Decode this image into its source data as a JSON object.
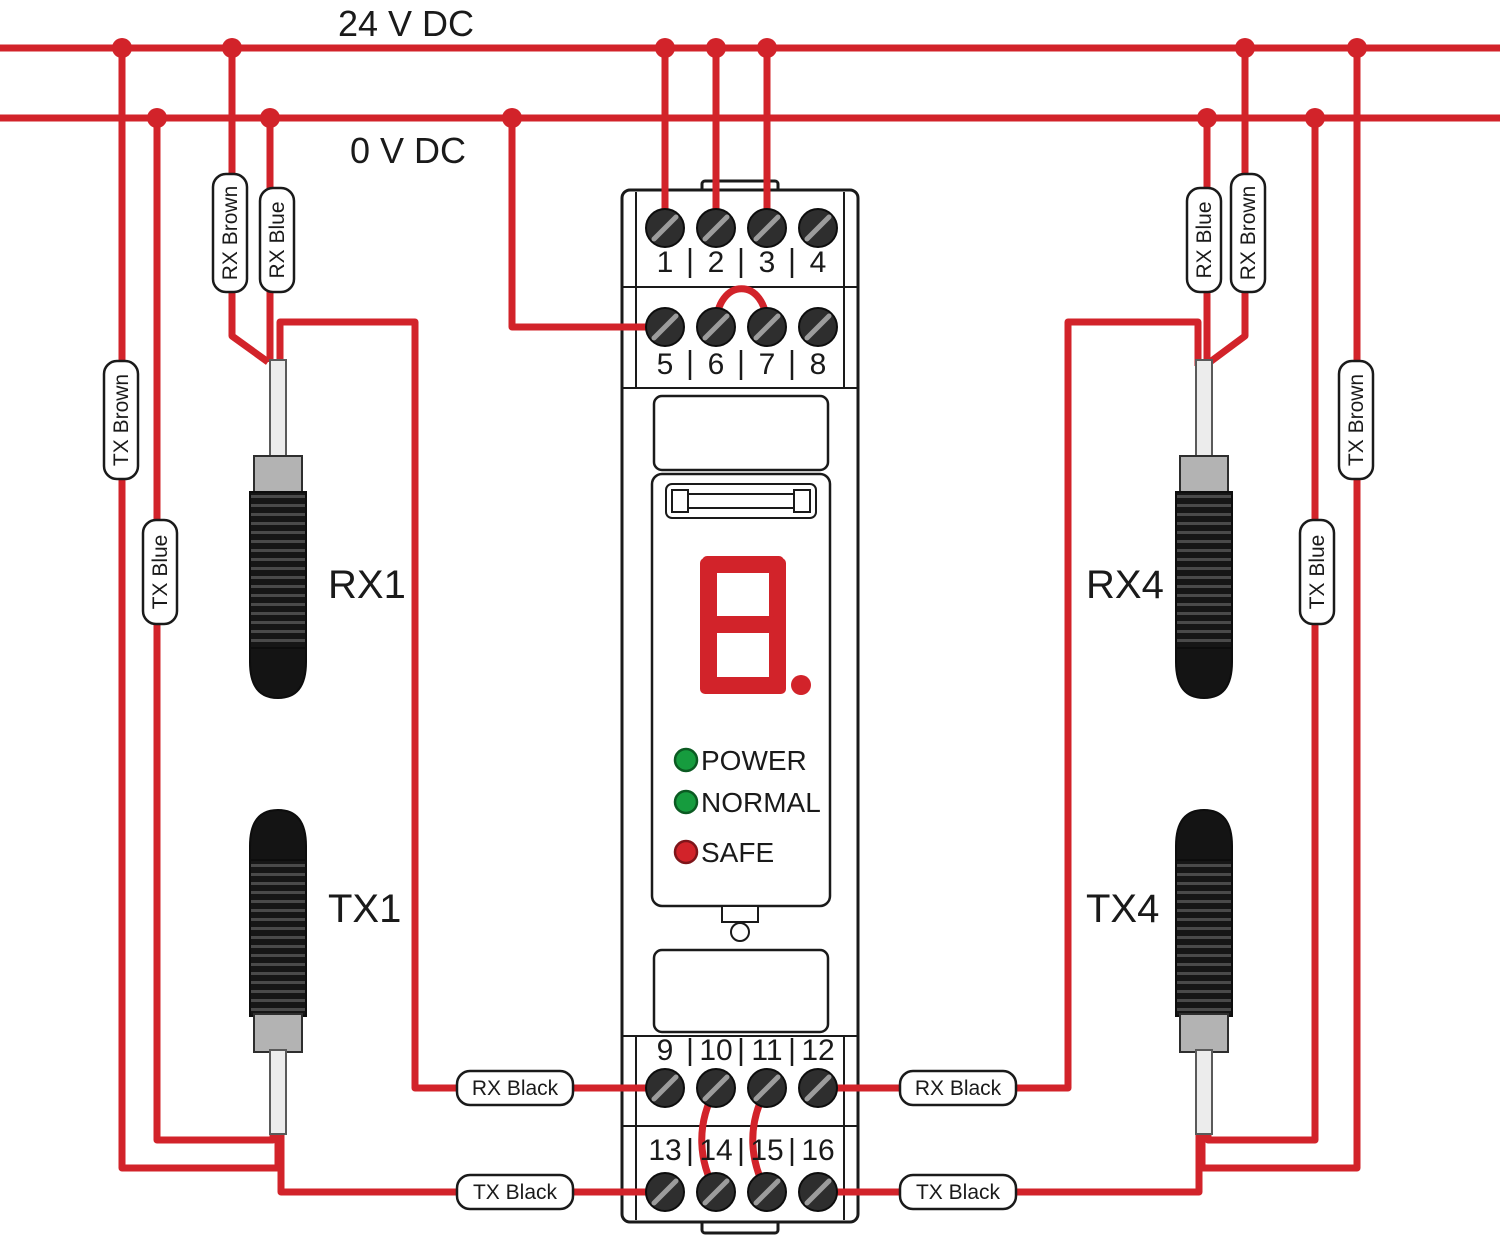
{
  "colors": {
    "wire": "#d2232a",
    "led_green": "#169c3e",
    "led_red": "#d2232a",
    "display": "#d2232a",
    "text": "#1a1a1a"
  },
  "rails": {
    "top": "24 V DC",
    "bottom": "0 V DC"
  },
  "module": {
    "display_value": "8.",
    "terminals": {
      "row1": [
        "1",
        "2",
        "3",
        "4"
      ],
      "row2": [
        "5",
        "6",
        "7",
        "8"
      ],
      "row3": [
        "9",
        "10",
        "11",
        "12"
      ],
      "row4": [
        "13",
        "14",
        "15",
        "16"
      ]
    },
    "leds": [
      {
        "label": "POWER",
        "color": "green"
      },
      {
        "label": "NORMAL",
        "color": "green"
      },
      {
        "label": "SAFE",
        "color": "red"
      }
    ]
  },
  "sensors": {
    "rx1": {
      "label": "RX1"
    },
    "tx1": {
      "label": "TX1"
    },
    "rx4": {
      "label": "RX4"
    },
    "tx4": {
      "label": "TX4"
    }
  },
  "wire_labels": {
    "rx_brown_left": "RX Brown",
    "rx_blue_left": "RX Blue",
    "tx_brown_left": "TX Brown",
    "tx_blue_left": "TX Blue",
    "rx_black_left": "RX Black",
    "tx_black_left": "TX Black",
    "rx_blue_right": "RX Blue",
    "rx_brown_right": "RX Brown",
    "tx_brown_right": "TX Brown",
    "tx_blue_right": "TX Blue",
    "rx_black_right": "RX Black",
    "tx_black_right": "TX Black"
  }
}
